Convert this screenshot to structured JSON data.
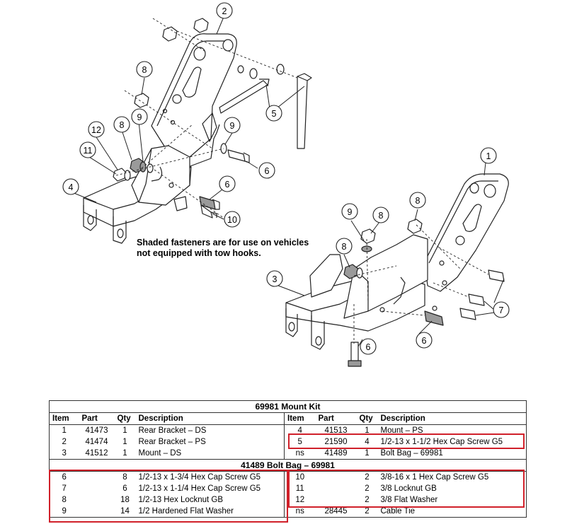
{
  "callouts": {
    "c1": "1",
    "c2": "2",
    "c3": "3",
    "c4": "4",
    "c5": "5",
    "c6a": "6",
    "c6b": "6",
    "c6c": "6",
    "c6d": "6",
    "c7": "7",
    "c8a": "8",
    "c8b": "8",
    "c8c": "8",
    "c8d": "8",
    "c8e": "8",
    "c9a": "9",
    "c9b": "9",
    "c9c": "9",
    "c10": "10",
    "c11": "11",
    "c12": "12"
  },
  "note": {
    "line1": "Shaded fasteners are for use on vehicles",
    "line2": "not equipped with tow hooks."
  },
  "mount_kit": {
    "title": "69981  Mount Kit",
    "headers": [
      "Item",
      "Part",
      "Qty",
      "Description",
      "Item",
      "Part",
      "Qty",
      "Description"
    ],
    "rows": [
      [
        "1",
        "41473",
        "1",
        "Rear Bracket – DS",
        "4",
        "41513",
        "1",
        "Mount – PS"
      ],
      [
        "2",
        "41474",
        "1",
        "Rear Bracket – PS",
        "5",
        "21590",
        "4",
        "1/2-13 x 1-1/2 Hex Cap Screw G5"
      ],
      [
        "3",
        "41512",
        "1",
        "Mount – DS",
        "ns",
        "41489",
        "1",
        "Bolt Bag – 69981"
      ]
    ]
  },
  "bolt_bag": {
    "title": "41489  Bolt Bag – 69981",
    "rows": [
      [
        "6",
        "",
        "8",
        "1/2-13 x 1-3/4 Hex Cap Screw G5",
        "10",
        "",
        "2",
        "3/8-16 x 1 Hex Cap Screw G5"
      ],
      [
        "7",
        "",
        "6",
        "1/2-13 x 1-1/4 Hex Cap Screw G5",
        "11",
        "",
        "2",
        "3/8 Locknut GB"
      ],
      [
        "8",
        "",
        "18",
        "1/2-13 Hex Locknut GB",
        "12",
        "",
        "2",
        "3/8 Flat Washer"
      ],
      [
        "9",
        "",
        "14",
        "1/2 Hardened Flat Washer",
        "ns",
        "28445",
        "2",
        "Cable Tie"
      ]
    ]
  },
  "colors": {
    "highlight": "#d0202a",
    "line": "#222222",
    "shade": "#9a9a9a"
  }
}
